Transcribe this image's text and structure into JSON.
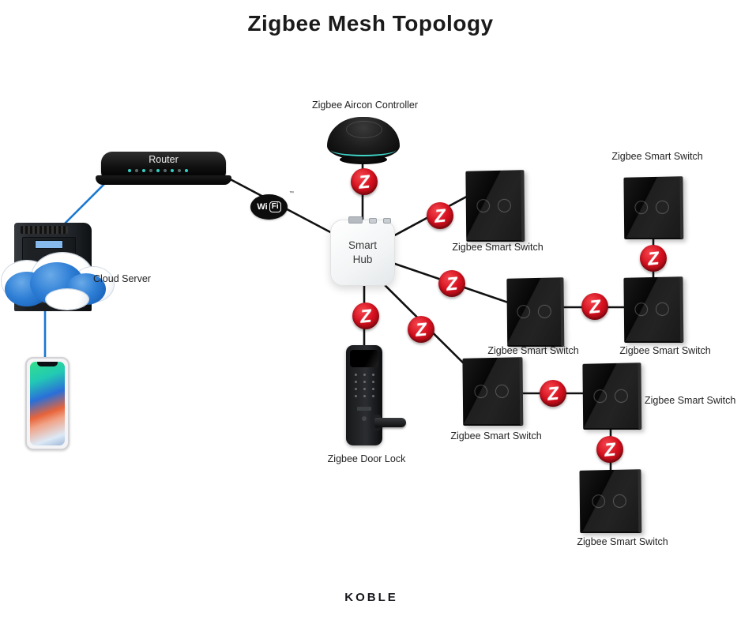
{
  "title": "Zigbee Mesh Topology",
  "brand_logo": "KOBLE",
  "zigbee_letter": "Z",
  "colors": {
    "zigbee_red": "#d40f1e",
    "internet_link_blue": "#1a78d2",
    "zigbee_link_black": "#111111",
    "hub_teal_accent": "#3fd6c8"
  },
  "nodes": {
    "router": {
      "label": "Router"
    },
    "cloud_server": {
      "label": "Cloud Server"
    },
    "wifi_badge": {
      "label_wi": "Wi",
      "label_fi": "Fi",
      "trademark": "™"
    },
    "smart_hub": {
      "line1": "Smart",
      "line2": "Hub"
    },
    "aircon_controller": {
      "label": "Zigbee Aircon Controller"
    },
    "door_lock": {
      "label": "Zigbee Door Lock"
    }
  },
  "switches": [
    {
      "position": "top-middle",
      "label": "Zigbee Smart Switch"
    },
    {
      "position": "top-right",
      "label": "Zigbee Smart Switch"
    },
    {
      "position": "mid-left",
      "label": "Zigbee Smart Switch"
    },
    {
      "position": "mid-right",
      "label": "Zigbee Smart Switch"
    },
    {
      "position": "bottom-middle",
      "label": "Zigbee Smart Switch"
    },
    {
      "position": "bottom-right",
      "label": "Zigbee Smart Switch"
    },
    {
      "position": "bottom-far",
      "label": "Zigbee Smart Switch"
    }
  ],
  "edges": [
    {
      "from": "cloud-server",
      "to": "router",
      "type": "internet"
    },
    {
      "from": "cloud-server",
      "to": "smartphone",
      "type": "internet"
    },
    {
      "from": "router",
      "to": "smart-hub",
      "type": "wifi"
    },
    {
      "from": "smart-hub",
      "to": "aircon-controller",
      "type": "zigbee"
    },
    {
      "from": "smart-hub",
      "to": "switch-top-middle",
      "type": "zigbee"
    },
    {
      "from": "smart-hub",
      "to": "switch-mid-left",
      "type": "zigbee"
    },
    {
      "from": "smart-hub",
      "to": "door-lock",
      "type": "zigbee"
    },
    {
      "from": "smart-hub",
      "to": "switch-bottom-middle",
      "type": "zigbee"
    },
    {
      "from": "switch-top-right",
      "to": "switch-mid-right",
      "type": "zigbee"
    },
    {
      "from": "switch-mid-left",
      "to": "switch-mid-right",
      "type": "zigbee"
    },
    {
      "from": "switch-bottom-middle",
      "to": "switch-bottom-right",
      "type": "zigbee"
    },
    {
      "from": "switch-bottom-right",
      "to": "switch-bottom-far",
      "type": "zigbee"
    }
  ]
}
